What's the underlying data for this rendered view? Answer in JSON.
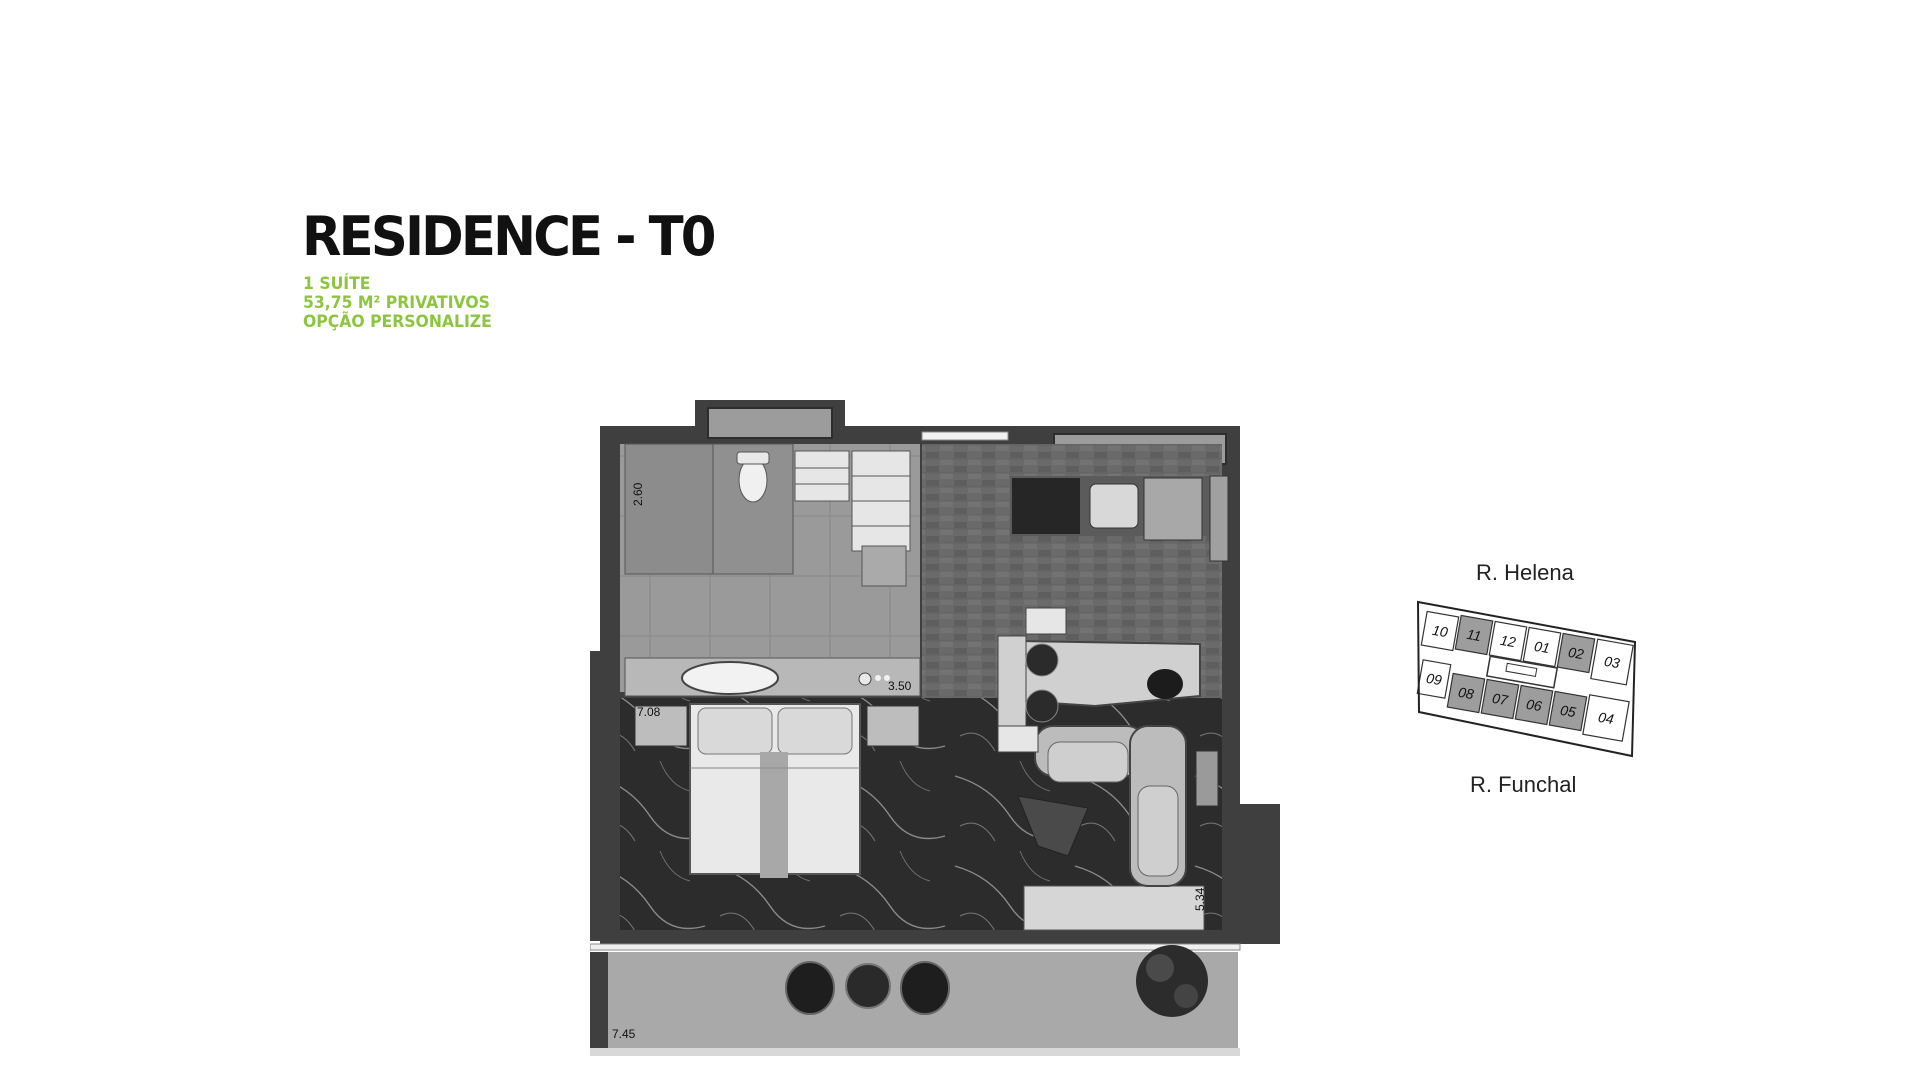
{
  "header": {
    "title": "RESIDENCE - T0",
    "line1": "1 SUÍTE",
    "line2": "53,75 M² PRIVATIVOS",
    "line3": "OPÇÃO PERSONALIZE"
  },
  "plan": {
    "dimensions": [
      "2.60",
      "3.50",
      "7.08",
      "5.34",
      "7.45"
    ]
  },
  "keyplan": {
    "street_top": "R. Helena",
    "street_bottom": "R. Funchal",
    "units": [
      {
        "label": "10",
        "highlight": false
      },
      {
        "label": "11",
        "highlight": true
      },
      {
        "label": "12",
        "highlight": false
      },
      {
        "label": "01",
        "highlight": false
      },
      {
        "label": "02",
        "highlight": true
      },
      {
        "label": "03",
        "highlight": false
      },
      {
        "label": "09",
        "highlight": false
      },
      {
        "label": "08",
        "highlight": true
      },
      {
        "label": "07",
        "highlight": true
      },
      {
        "label": "06",
        "highlight": true
      },
      {
        "label": "05",
        "highlight": true
      },
      {
        "label": "04",
        "highlight": false
      }
    ]
  },
  "colors": {
    "accent": "#8cc63f",
    "wall": "#3f3f3f",
    "unit_highlight": "#9d9d9d"
  }
}
